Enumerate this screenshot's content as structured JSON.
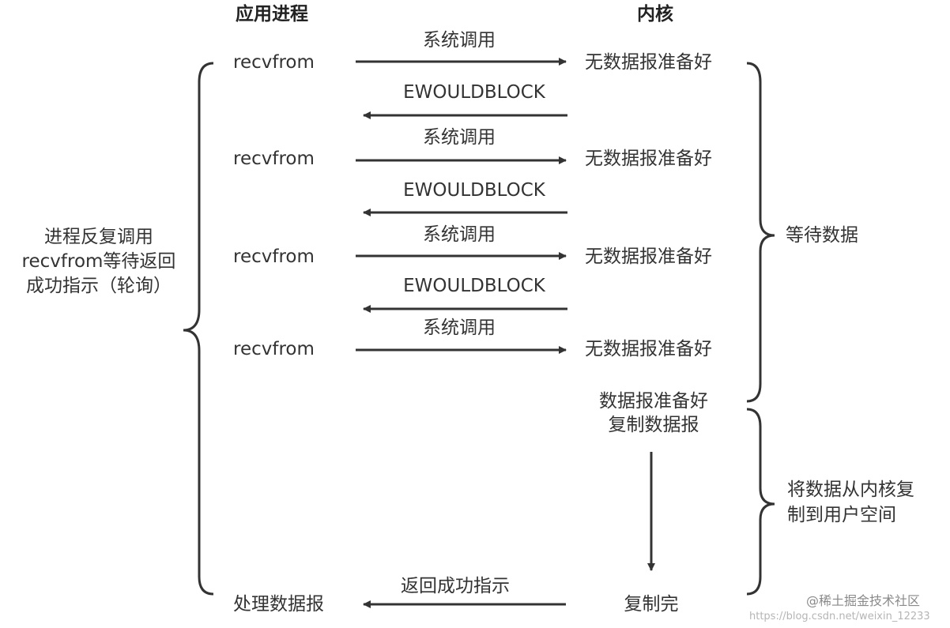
{
  "headers": {
    "app": "应用进程",
    "kernel": "内核"
  },
  "rows": [
    {
      "app": "recvfrom",
      "call": "系统调用",
      "kernel": "无数据报准备好",
      "reply": "EWOULDBLOCK"
    },
    {
      "app": "recvfrom",
      "call": "系统调用",
      "kernel": "无数据报准备好",
      "reply": "EWOULDBLOCK"
    },
    {
      "app": "recvfrom",
      "call": "系统调用",
      "kernel": "无数据报准备好",
      "reply": "EWOULDBLOCK"
    },
    {
      "app": "recvfrom",
      "call": "系统调用",
      "kernel": "无数据报准备好"
    }
  ],
  "kernel_ready": "数据报准备好\n复制数据报",
  "kernel_done": "复制完",
  "app_final": "处理数据报",
  "return_label": "返回成功指示",
  "left_note": "进程反复调用\nrecvfrom等待返回\n成功指示（轮询）",
  "right_wait": "等待数据",
  "right_copy": "将数据从内核复\n制到用户空间",
  "watermark_brand": "@稀土掘金技术社区",
  "watermark_url": "https://blog.csdn.net/weixin_12233",
  "colors": {
    "stroke": "#333333",
    "text": "#333333"
  }
}
